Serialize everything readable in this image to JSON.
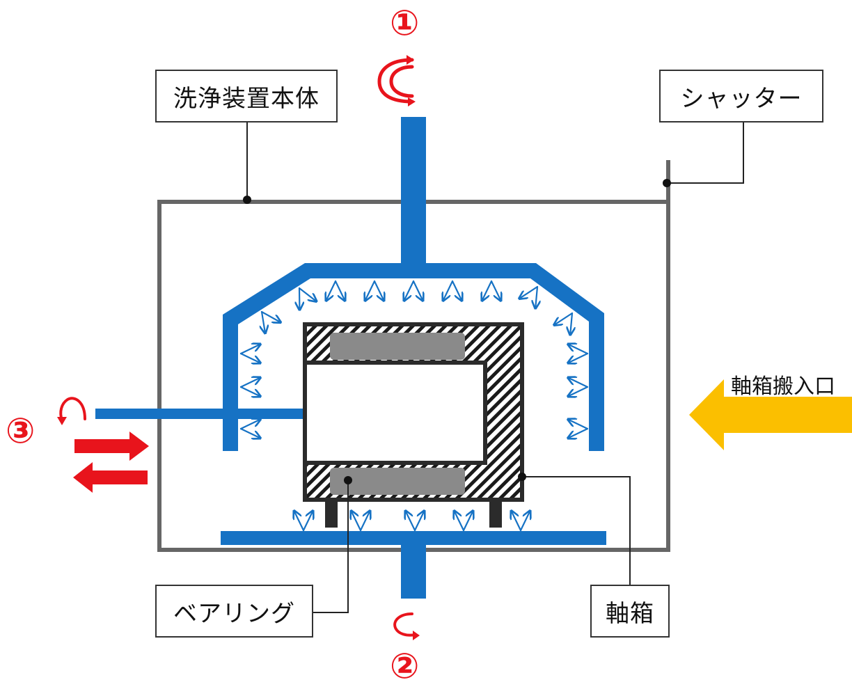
{
  "labels": {
    "body": "洗浄装置本体",
    "shutter": "シャッター",
    "bearing": "ベアリング",
    "axle_box": "軸箱",
    "entrance": "軸箱搬入口"
  },
  "markers": {
    "m1": "①",
    "m2": "②",
    "m3": "③"
  },
  "colors": {
    "nozzle": "#1672c4",
    "rotation": "#e8141c",
    "entrance_arrow": "#fbbf00",
    "frame": "#666666",
    "housing": "#2b2b2b",
    "bearing": "#8a8a8a"
  }
}
